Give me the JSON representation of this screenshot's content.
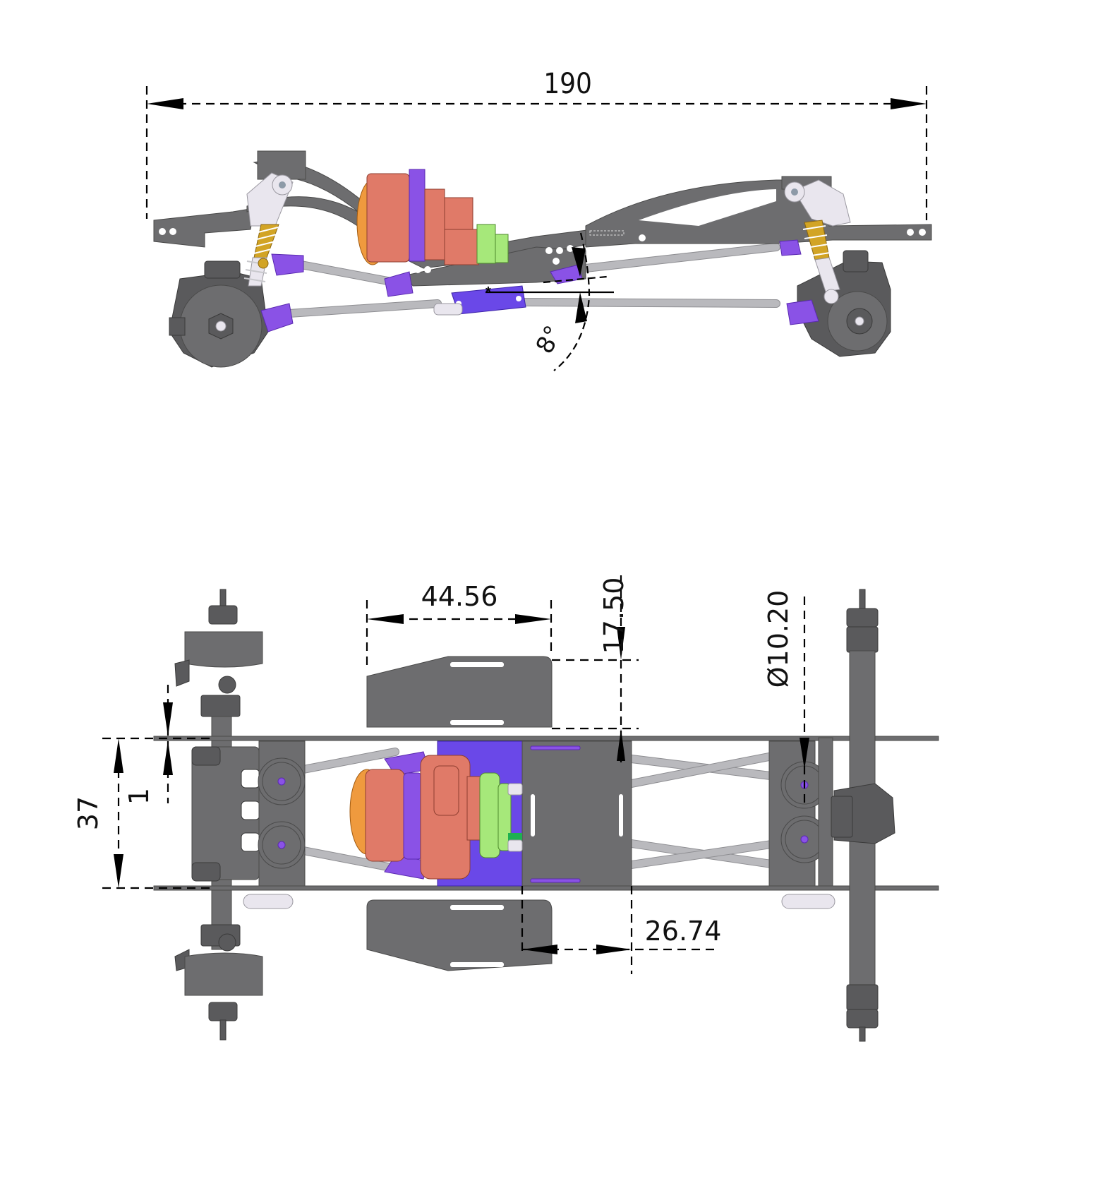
{
  "drawing": {
    "title": "RC crawler chassis dimension drawing",
    "views": [
      {
        "name": "side-view",
        "position": "top"
      },
      {
        "name": "top-view",
        "position": "bottom"
      }
    ]
  },
  "side_view": {
    "dimensions": {
      "overall_length": {
        "value": "190",
        "unit": "mm"
      },
      "link_angle": {
        "value": "8°",
        "unit": "degree"
      }
    }
  },
  "top_view": {
    "dimensions": {
      "battery_tray_length": {
        "value": "44.56",
        "unit": "mm"
      },
      "battery_tray_offset": {
        "value": "17.50",
        "unit": "mm"
      },
      "shock_diameter": {
        "value": "Ø10.20",
        "unit": "mm"
      },
      "frame_width": {
        "value": "37",
        "unit": "mm"
      },
      "frame_rail_thickness": {
        "value": "1",
        "unit": "mm"
      },
      "skid_plate_length": {
        "value": "26.74",
        "unit": "mm"
      }
    }
  },
  "colors": {
    "frame": "#6d6d6f",
    "links": "#b9b9bd",
    "rod_ends": "#8a52e6",
    "skid_plate": "#6a48e8",
    "motor": "#e07a68",
    "motor_cap": "#ef9a3e",
    "transmission": "#a6e87a",
    "shock_body": "#d2a425"
  }
}
